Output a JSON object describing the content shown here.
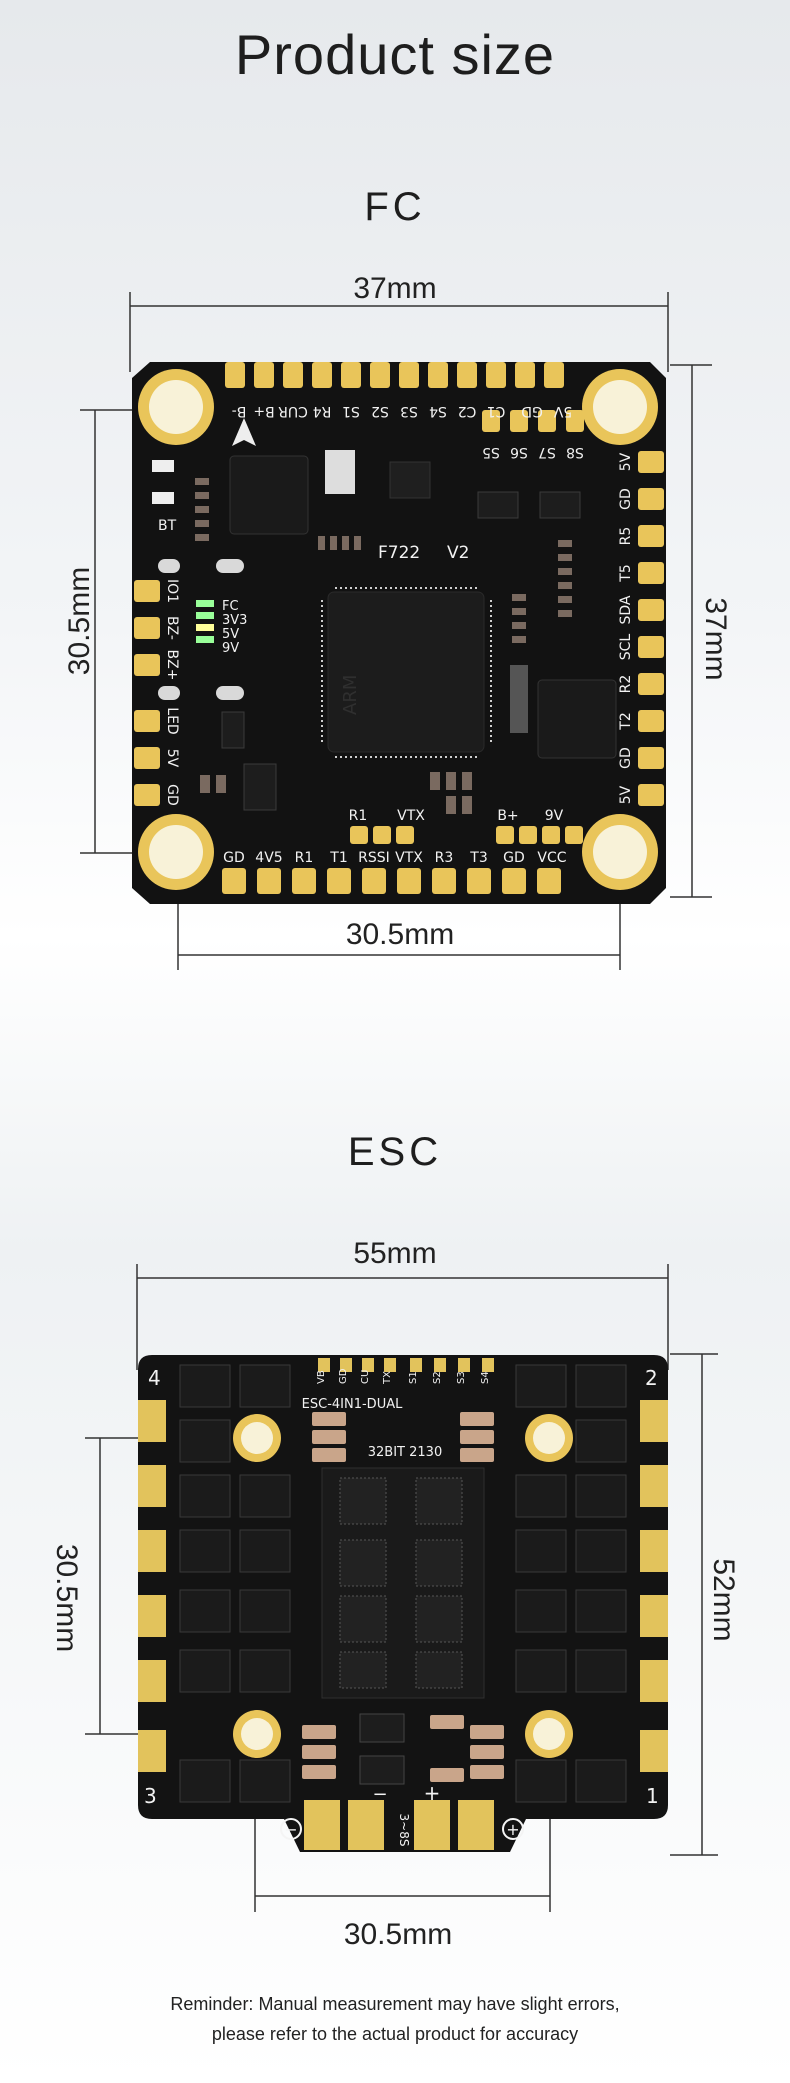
{
  "page": {
    "title": "Product size",
    "reminder_line1": "Reminder: Manual measurement may have slight errors,",
    "reminder_line2": "please refer to the actual product for accuracy"
  },
  "fc": {
    "section_title": "FC",
    "dim_top": "37mm",
    "dim_right": "37mm",
    "dim_left": "30.5mm",
    "dim_bottom": "30.5mm",
    "board_model": "F722",
    "board_version": "V2",
    "bt_label": "BT",
    "chip_text": "ARM",
    "top_pads": [
      "B-",
      "B+",
      "CUR",
      "R4",
      "S1",
      "S2",
      "S3",
      "S4",
      "C2",
      "C1",
      "GD",
      "5V"
    ],
    "top_inner_pads": [
      "S5",
      "S6",
      "S7",
      "S8"
    ],
    "right_pads": [
      "5V",
      "GD",
      "R5",
      "T5",
      "SDA",
      "SCL",
      "R2",
      "T2",
      "GD",
      "5V"
    ],
    "left_pads": [
      "IO1",
      "BZ-",
      "BZ+",
      "LED",
      "5V",
      "GD"
    ],
    "led_labels": [
      "FC",
      "3V3",
      "5V",
      "9V"
    ],
    "bottom_pads": [
      "GD",
      "4V5",
      "R1",
      "T1",
      "RSSI",
      "VTX",
      "R3",
      "T3",
      "GD",
      "VCC"
    ],
    "bottom_inner_pads": [
      "R1",
      "VTX",
      "B+",
      "9V"
    ]
  },
  "esc": {
    "section_title": "ESC",
    "dim_top": "55mm",
    "dim_right": "52mm",
    "dim_left": "30.5mm",
    "dim_bottom": "30.5mm",
    "board_name": "ESC-4IN1-DUAL",
    "board_spec": "32BIT   2130",
    "voltage": "3~8S",
    "top_pads": [
      "VB",
      "GD",
      "CU",
      "TX",
      "S1",
      "S2",
      "S3",
      "S4"
    ],
    "corner_numbers": [
      "4",
      "2",
      "3",
      "1"
    ],
    "minus_sign": "−",
    "plus_sign": "+"
  },
  "colors": {
    "pcb": "#111111",
    "gold": "#e9c55a",
    "silk": "#f2f2f2"
  }
}
